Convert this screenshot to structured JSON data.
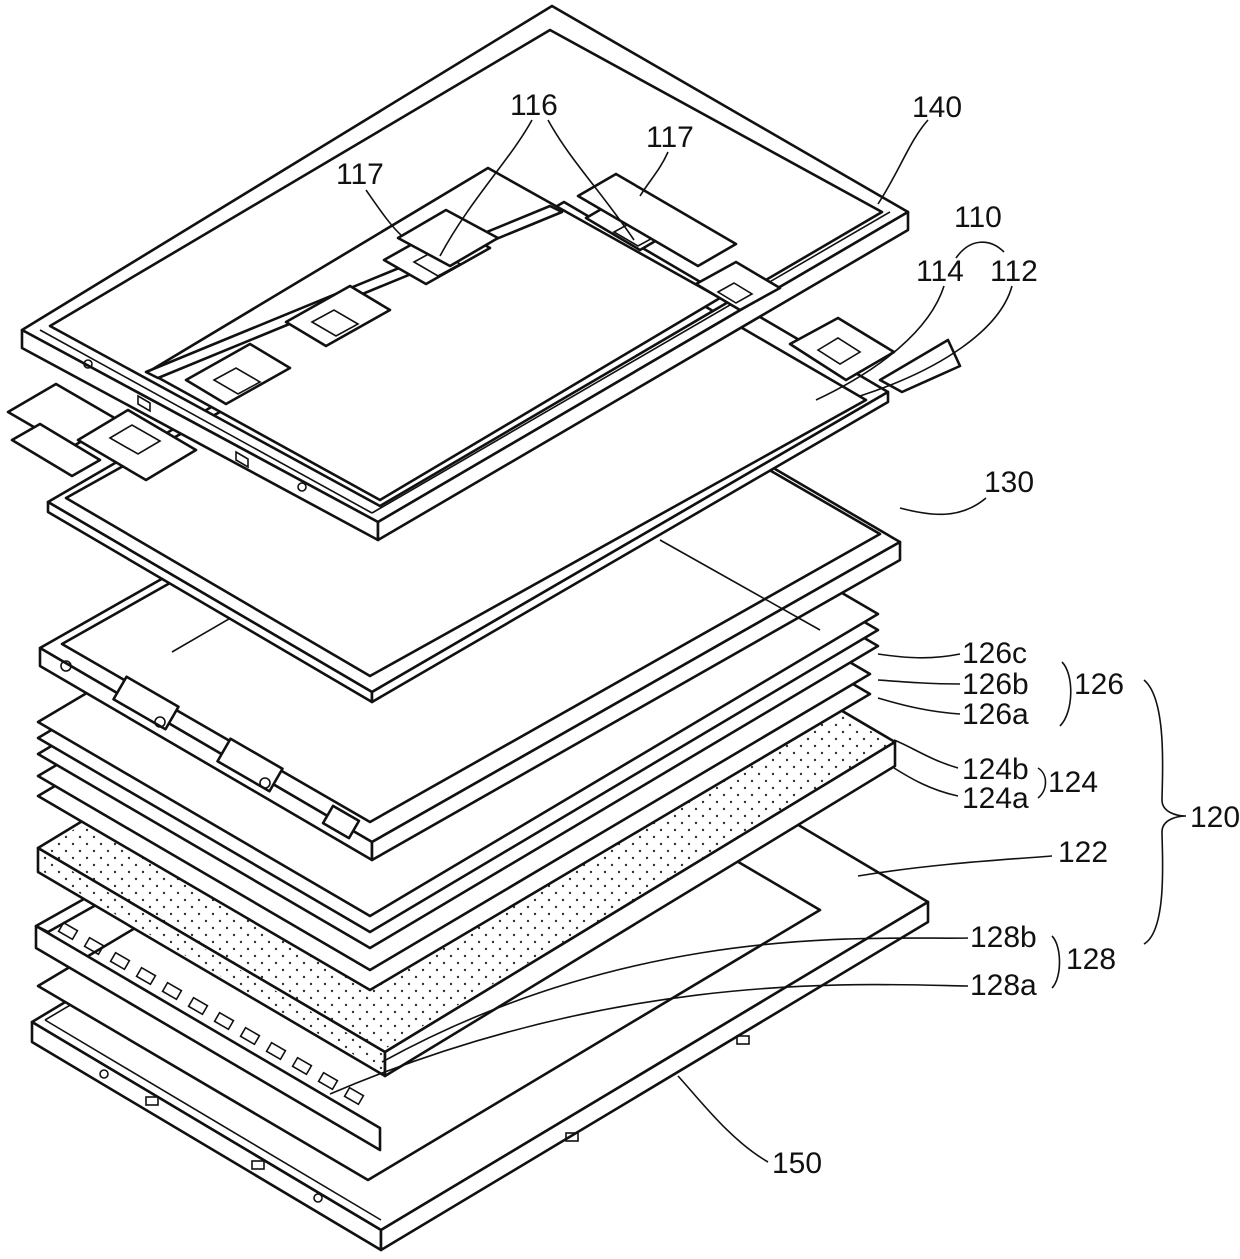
{
  "figure": {
    "labels": {
      "l140": "140",
      "l116": "116",
      "l117a": "117",
      "l117b": "117",
      "l110": "110",
      "l114": "114",
      "l112": "112",
      "l130": "130",
      "l126c": "126c",
      "l126b": "126b",
      "l126a": "126a",
      "l126": "126",
      "l124b": "124b",
      "l124a": "124a",
      "l124": "124",
      "l120": "120",
      "l122": "122",
      "l128b": "128b",
      "l128a": "128a",
      "l128": "128",
      "l150": "150"
    }
  }
}
